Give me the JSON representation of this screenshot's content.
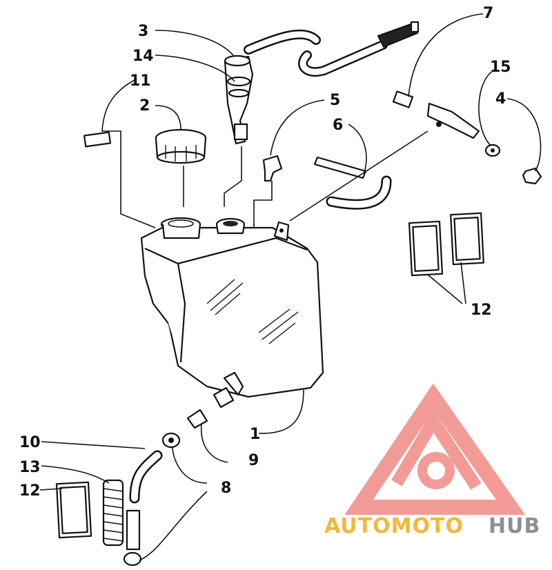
{
  "callouts": {
    "c1": "1",
    "c2": "2",
    "c3": "3",
    "c4": "4",
    "c5": "5",
    "c6": "6",
    "c7": "7",
    "c8": "8",
    "c9": "9",
    "c10": "10",
    "c11": "11",
    "c12a": "12",
    "c12b": "12",
    "c13": "13",
    "c14": "14",
    "c15": "15"
  },
  "watermark": {
    "word_part1": "AUTOMOTO",
    "word_part2": "HUB",
    "color_part1": "#f2b83a",
    "color_part2": "#8f8f8f",
    "logo_color": "#f08a84"
  },
  "colors": {
    "line": "#111111",
    "background": "#ffffff"
  }
}
